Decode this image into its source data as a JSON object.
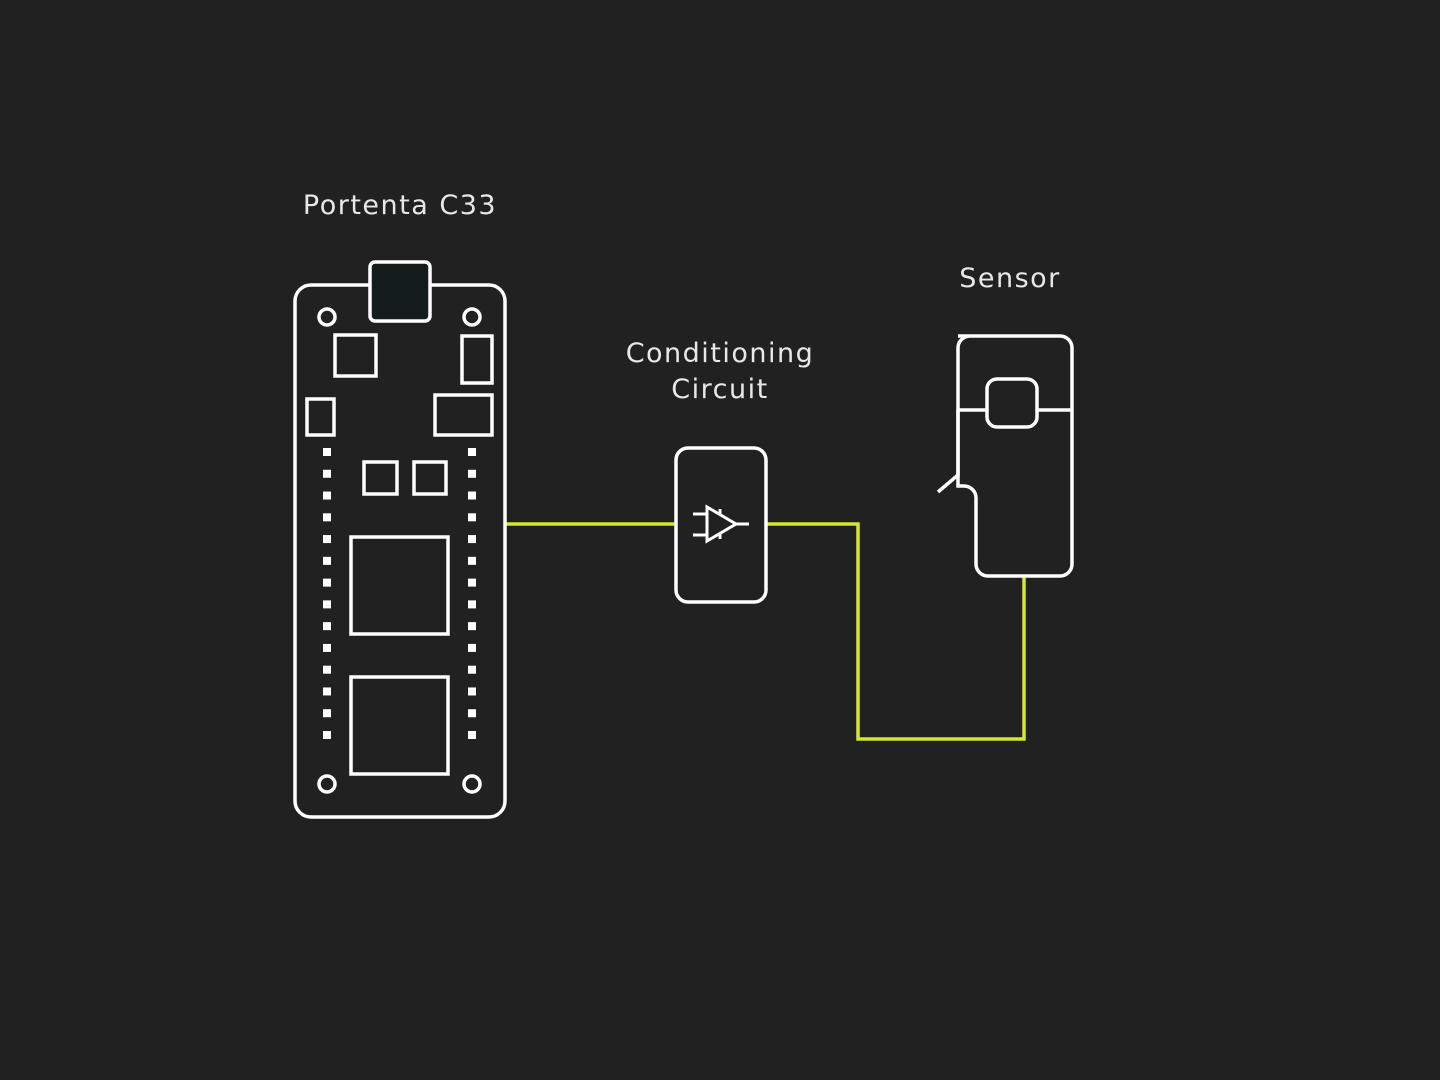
{
  "diagram": {
    "title": "Portenta C33 sensor signal conditioning",
    "colors": {
      "background": "#212121",
      "outline": "#ffffff",
      "wire": "#d4e82a",
      "usb_fill": "#141c1c"
    },
    "nodes": [
      {
        "id": "board",
        "label": "Portenta C33",
        "icon": "board-icon"
      },
      {
        "id": "conditioning",
        "label_lines": [
          "Conditioning",
          "Circuit"
        ],
        "icon": "amplifier-icon"
      },
      {
        "id": "sensor",
        "label": "Sensor",
        "icon": "current-clamp-sensor-icon"
      }
    ],
    "connections": [
      {
        "from": "board",
        "to": "conditioning"
      },
      {
        "from": "conditioning",
        "to": "sensor"
      }
    ],
    "board": {
      "pins_per_side": 14
    }
  }
}
